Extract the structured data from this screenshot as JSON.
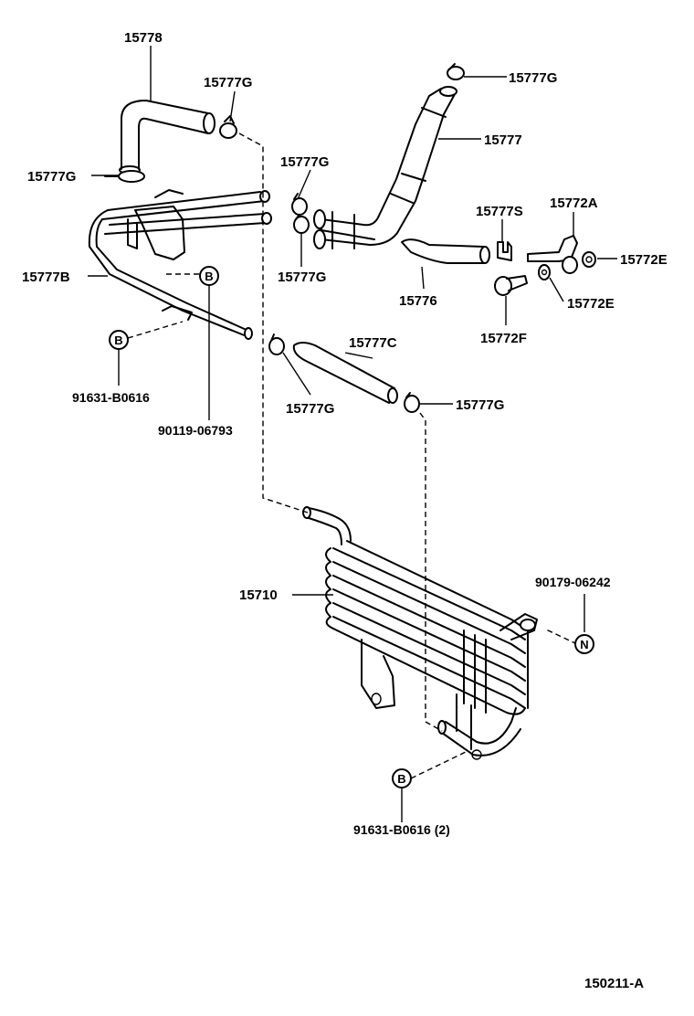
{
  "diagram": {
    "part_labels": {
      "p15778": "15778",
      "p15777G_a": "15777G",
      "p15777G_b": "15777G",
      "p15777": "15777",
      "p15777G_c": "15777G",
      "p15777G_d": "15777G",
      "p15777G_e": "15777G",
      "p15777S": "15777S",
      "p15772A": "15772A",
      "p15772E_a": "15772E",
      "p15777B": "15777B",
      "p15776": "15776",
      "p15772E_b": "15772E",
      "p15772F": "15772F",
      "p15777C": "15777C",
      "p15777G_f": "15777G",
      "p15777G_g": "15777G",
      "p91631_a": "91631-B0616",
      "p90119": "90119-06793",
      "p15710": "15710",
      "p90179": "90179-06242",
      "p91631_b": "91631-B0616 (2)"
    },
    "callouts": {
      "b1": "B",
      "b2": "B",
      "b3": "B",
      "n1": "N"
    },
    "figure_id": "150211-A"
  }
}
